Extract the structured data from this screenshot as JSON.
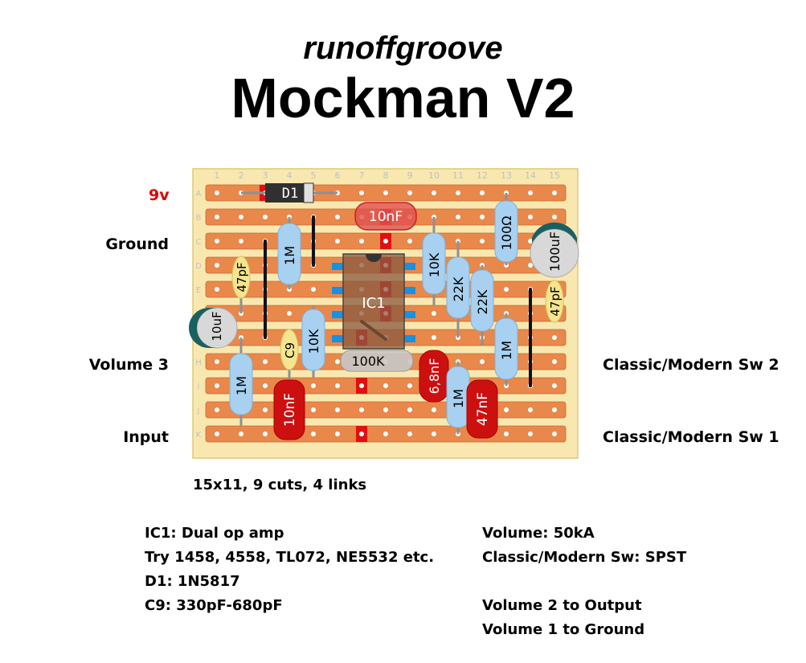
{
  "header": {
    "brand": "runoffgroove",
    "title": "Mockman V2"
  },
  "labels": {
    "v9": "9v",
    "ground": "Ground",
    "volume3": "Volume 3",
    "input": "Input",
    "sw2": "Classic/Modern Sw 2",
    "sw1": "Classic/Modern Sw 1"
  },
  "summary": "15x11, 9 cuts, 4 links",
  "notes_left": [
    "IC1: Dual op amp",
    "Try 1458, 4558, TL072, NE5532 etc.",
    "D1: 1N5817",
    "C9: 330pF-680pF"
  ],
  "notes_right": [
    "Volume: 50kA",
    "Classic/Modern Sw: SPST",
    "",
    "Volume 2 to Output",
    "Volume 1 to Ground"
  ],
  "board": {
    "columns": [
      "1",
      "2",
      "3",
      "4",
      "5",
      "6",
      "7",
      "8",
      "9",
      "10",
      "11",
      "12",
      "13",
      "14",
      "15"
    ],
    "rows": [
      "A",
      "B",
      "C",
      "D",
      "E",
      "F",
      "G",
      "H",
      "I",
      "J",
      "K"
    ]
  },
  "colors": {
    "board": "#f8e8b0",
    "strip": "#e8884a",
    "resistor": "#a8d0f0",
    "small_cap": "#f5e58e",
    "film_cap": "#cc1010",
    "electrolytic": "#d8d8d8",
    "cut": "#e01010",
    "label_red": "#e00000"
  },
  "components": {
    "d1": "D1",
    "c_10nf_top": "10nF",
    "ic1": "IC1",
    "r_1m_a": "1M",
    "c_47pf_a": "47pF",
    "c_10uf": "10uF",
    "c_c9": "C9",
    "r_10k_a": "10K",
    "trim_100k": "100K",
    "r_10k_b": "10K",
    "r_22k_a": "22K",
    "r_22k_b": "22K",
    "r_100ohm": "100Ω",
    "c_100uf": "100uF",
    "c_47pf_b": "47pF",
    "r_1m_b": "1M",
    "c_6n8": "6,8nF",
    "r_1m_c": "1M",
    "c_47nf": "47nF",
    "r_1m_d": "1M",
    "c_10nf_bottom": "10nF"
  }
}
